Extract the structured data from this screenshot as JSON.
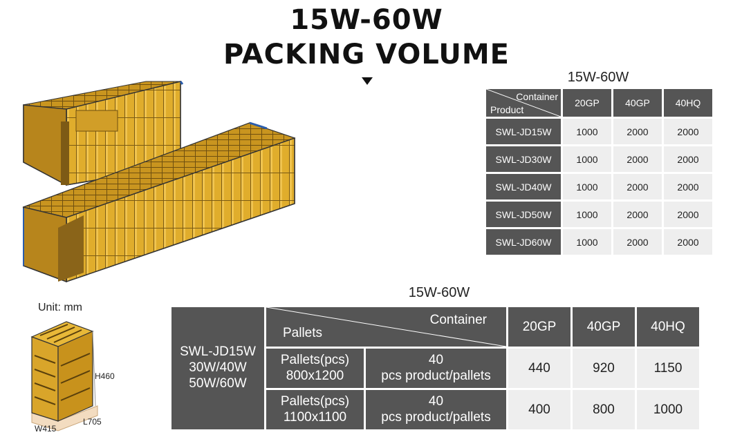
{
  "header": {
    "line1": "15W-60W",
    "line2": "PACKING VOLUME"
  },
  "table1": {
    "caption": "15W-60W",
    "corner_top": "Container",
    "corner_bottom": "Product",
    "columns": [
      "20GP",
      "40GP",
      "40HQ"
    ],
    "rows": [
      {
        "product": "SWL-JD15W",
        "values": [
          "1000",
          "2000",
          "2000"
        ]
      },
      {
        "product": "SWL-JD30W",
        "values": [
          "1000",
          "2000",
          "2000"
        ]
      },
      {
        "product": "SWL-JD40W",
        "values": [
          "1000",
          "2000",
          "2000"
        ]
      },
      {
        "product": "SWL-JD50W",
        "values": [
          "1000",
          "2000",
          "2000"
        ]
      },
      {
        "product": "SWL-JD60W",
        "values": [
          "1000",
          "2000",
          "2000"
        ]
      }
    ]
  },
  "table2": {
    "caption": "15W-60W",
    "model_lines": [
      "SWL-JD15W",
      "30W/40W",
      "50W/60W"
    ],
    "corner_top": "Container",
    "corner_bottom": "Pallets",
    "columns": [
      "20GP",
      "40GP",
      "40HQ"
    ],
    "rows": [
      {
        "pallet_line1": "Pallets(pcs)",
        "pallet_line2": "800x1200",
        "per_line1": "40",
        "per_line2": "pcs product/pallets",
        "values": [
          "440",
          "920",
          "1150"
        ]
      },
      {
        "pallet_line1": "Pallets(pcs)",
        "pallet_line2": "1100x1100",
        "per_line1": "40",
        "per_line2": "pcs product/pallets",
        "values": [
          "400",
          "800",
          "1000"
        ]
      }
    ]
  },
  "pallet_figure": {
    "unit_label": "Unit: mm",
    "height_label": "H460",
    "length_label": "L705",
    "width_label": "W415"
  },
  "colors": {
    "box_yellow": "#e0ad2c",
    "box_dark": "#8a6419",
    "cell_dark": "#555555",
    "cell_light": "#eeeeee"
  }
}
